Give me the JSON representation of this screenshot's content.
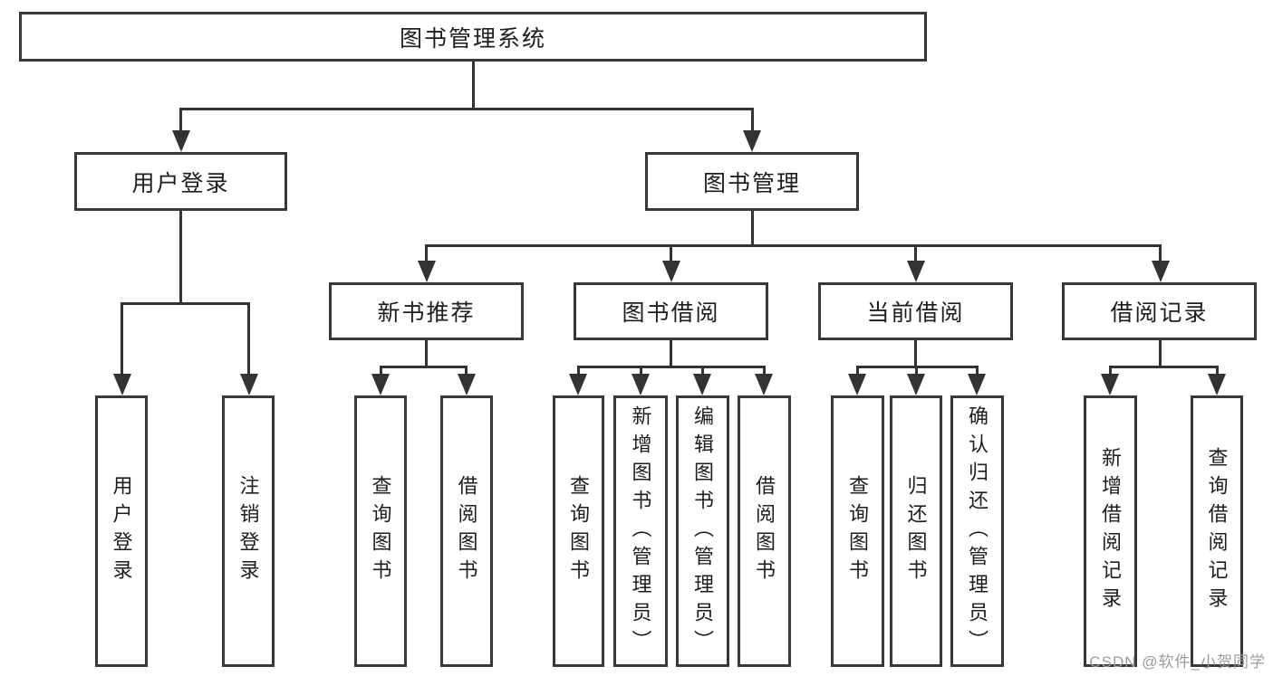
{
  "diagram": {
    "type": "hierarchy-tree",
    "title": "图书管理系统",
    "nodes": {
      "root": "图书管理系统",
      "user_login": "用户登录",
      "book_mgmt": "图书管理",
      "new_book_rec": "新书推荐",
      "book_borrow": "图书借阅",
      "current_borrow": "当前借阅",
      "borrow_records": "借阅记录",
      "login": "用户登录",
      "logout": "注销登录",
      "nb_query_books": "查询图书",
      "nb_borrow_books": "借阅图书",
      "bb_query_books": "查询图书",
      "bb_add_books": "新增图书（管理员）",
      "bb_edit_books": "编辑图书（管理员）",
      "bb_borrow_books": "借阅图书",
      "cb_query_books": "查询图书",
      "cb_return_books": "归还图书",
      "cb_confirm_return": "确认归还（管理员）",
      "br_add_record": "新增借阅记录",
      "br_query_record": "查询借阅记录"
    },
    "edges": [
      {
        "from": "root",
        "to": "user_login"
      },
      {
        "from": "root",
        "to": "book_mgmt"
      },
      {
        "from": "user_login",
        "to": "login"
      },
      {
        "from": "user_login",
        "to": "logout"
      },
      {
        "from": "book_mgmt",
        "to": "new_book_rec"
      },
      {
        "from": "book_mgmt",
        "to": "book_borrow"
      },
      {
        "from": "book_mgmt",
        "to": "current_borrow"
      },
      {
        "from": "book_mgmt",
        "to": "borrow_records"
      },
      {
        "from": "new_book_rec",
        "to": "nb_query_books"
      },
      {
        "from": "new_book_rec",
        "to": "nb_borrow_books"
      },
      {
        "from": "book_borrow",
        "to": "bb_query_books"
      },
      {
        "from": "book_borrow",
        "to": "bb_add_books"
      },
      {
        "from": "book_borrow",
        "to": "bb_edit_books"
      },
      {
        "from": "book_borrow",
        "to": "bb_borrow_books"
      },
      {
        "from": "current_borrow",
        "to": "cb_query_books"
      },
      {
        "from": "current_borrow",
        "to": "cb_return_books"
      },
      {
        "from": "current_borrow",
        "to": "cb_confirm_return"
      },
      {
        "from": "borrow_records",
        "to": "br_add_record"
      },
      {
        "from": "borrow_records",
        "to": "br_query_record"
      }
    ],
    "colors": {
      "line": "#333333",
      "box_border": "#383838",
      "box_fill": "#ffffff",
      "text": "#1d1d1d",
      "watermark": "#9c9c9c"
    },
    "watermark": "CSDN @软件_小贺同学"
  }
}
